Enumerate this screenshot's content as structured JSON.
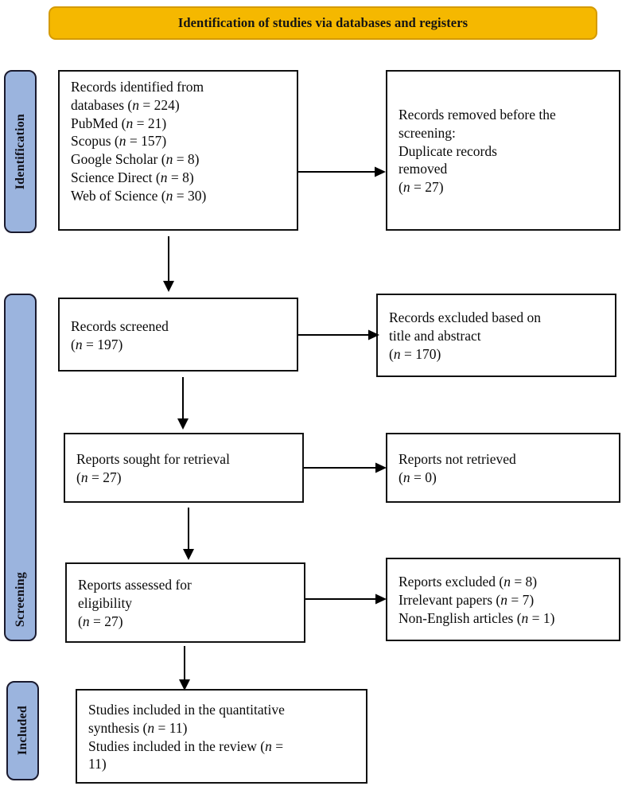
{
  "header": {
    "title": "Identification of studies via databases and registers",
    "background_color": "#F5B800",
    "border_color": "#D49A00"
  },
  "stages": [
    {
      "id": "identification",
      "label": "Identification",
      "color": "#9BB4DE"
    },
    {
      "id": "screening",
      "label": "Screening",
      "color": "#9BB4DE"
    },
    {
      "id": "included",
      "label": "Included",
      "color": "#9BB4DE"
    }
  ],
  "boxes": {
    "records_identified": {
      "text": "Records identified from\ndatabases (n = 224)\nPubMed (n = 21)\nScopus (n = 157)\nGoogle Scholar (n = 8)\nScience Direct (n = 8)\nWeb of Science (n = 30)",
      "lines": [
        "Records identified from",
        "databases (n = 224)",
        "PubMed (n = 21)",
        "Scopus (n = 157)",
        "Google Scholar (n = 8)",
        "Science Direct (n = 8)",
        "Web of Science (n = 30)"
      ],
      "counts": {
        "databases_total": 224,
        "PubMed": 21,
        "Scopus": 157,
        "Google Scholar": 8,
        "Science Direct": 8,
        "Web of Science": 30
      }
    },
    "records_removed": {
      "text": "Records removed before the\nscreening:\nDuplicate records\nremoved\n(n = 27)",
      "lines": [
        "Records removed before the",
        "screening:",
        "Duplicate records",
        "removed",
        "(n = 27)"
      ],
      "counts": {
        "duplicates_removed": 27
      }
    },
    "records_screened": {
      "text": "Records screened\n(n = 197)",
      "lines": [
        "Records screened",
        "(n = 197)"
      ],
      "counts": {
        "screened": 197
      }
    },
    "records_excluded": {
      "text": "Records excluded based on\ntitle and abstract\n(n = 170)",
      "lines": [
        "Records excluded based on",
        "title and abstract",
        "(n = 170)"
      ],
      "counts": {
        "excluded": 170
      }
    },
    "reports_sought": {
      "text": "Reports sought for retrieval\n(n = 27)",
      "lines": [
        "Reports sought for retrieval",
        "(n = 27)"
      ],
      "counts": {
        "sought": 27
      }
    },
    "reports_not_retrieved": {
      "text": "Reports not retrieved\n(n = 0)",
      "lines": [
        "Reports not retrieved",
        "(n = 0)"
      ],
      "counts": {
        "not_retrieved": 0
      }
    },
    "reports_assessed": {
      "text": "Reports assessed for\neligibility\n(n = 27)",
      "lines": [
        "Reports assessed for",
        "eligibility",
        "(n = 27)"
      ],
      "counts": {
        "assessed": 27
      }
    },
    "reports_excluded": {
      "text": "Reports excluded (n = 8)\nIrrelevant papers (n = 7)\nNon-English articles (n = 1)",
      "lines": [
        "Reports excluded (n = 8)",
        "Irrelevant papers (n = 7)",
        "Non-English articles (n = 1)"
      ],
      "counts": {
        "excluded_total": 8,
        "irrelevant_papers": 7,
        "non_english_articles": 1
      }
    },
    "studies_included": {
      "text": "Studies included in the quantitative\nsynthesis (n = 11)\nStudies included in the review (n =\n11)",
      "lines": [
        "Studies included in the quantitative",
        "synthesis (n = 11)",
        "Studies included in the review (n =",
        "11)"
      ],
      "counts": {
        "quantitative_synthesis": 11,
        "review": 11
      }
    }
  },
  "arrows": [
    {
      "name": "identified-to-removed",
      "direction": "right"
    },
    {
      "name": "identified-to-screened",
      "direction": "down"
    },
    {
      "name": "screened-to-excluded",
      "direction": "right"
    },
    {
      "name": "screened-to-sought",
      "direction": "down"
    },
    {
      "name": "sought-to-not-retrieved",
      "direction": "right"
    },
    {
      "name": "sought-to-assessed",
      "direction": "down"
    },
    {
      "name": "assessed-to-excluded",
      "direction": "right"
    },
    {
      "name": "assessed-to-included",
      "direction": "down"
    }
  ]
}
